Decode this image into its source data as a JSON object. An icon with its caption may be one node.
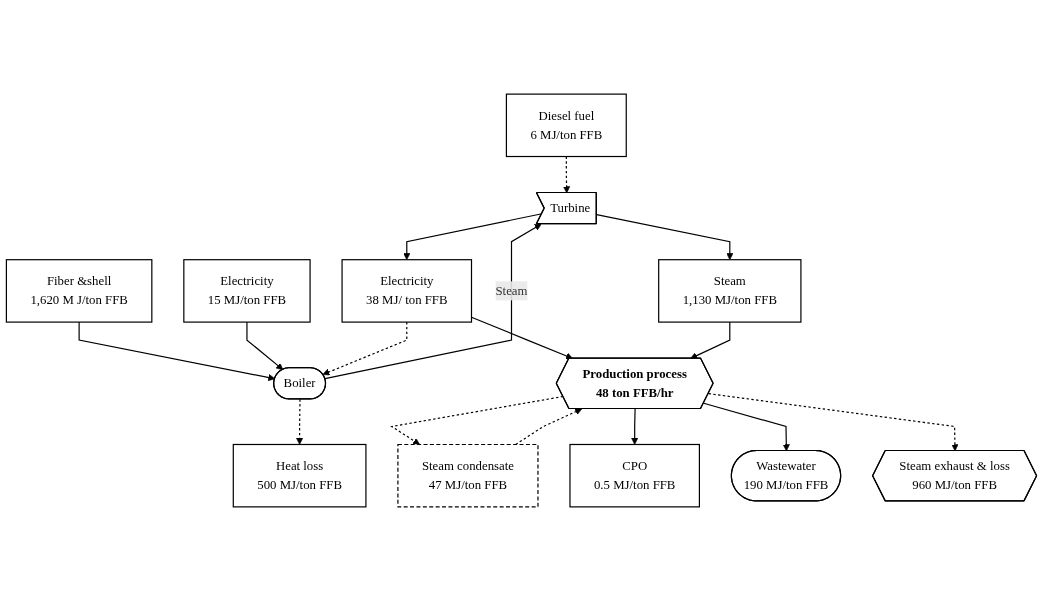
{
  "diagram": {
    "nodes": [
      {
        "text": [
          "Heat loss",
          "500 MJ/ton FFB"
        ]
      },
      {
        "text": [
          "Diesel fuel",
          "6 MJ/ton FFB"
        ]
      },
      {
        "text": [
          "Fiber &shell",
          "1,620 M J/ton FFB"
        ]
      },
      {
        "text": [
          "Boiler"
        ]
      },
      {
        "text": [
          "Turbine"
        ]
      },
      {
        "text": [
          "Electricity",
          "15 MJ/ton FFB"
        ]
      },
      {
        "text": [
          "Electricity",
          "38 MJ/ ton FFB"
        ]
      },
      {
        "text": [
          "Steam",
          "1,130 MJ/ton FFB"
        ]
      },
      {
        "text": [
          "Steam condensate",
          "47 MJ/ton FFB"
        ]
      },
      {
        "text": [
          "Production process",
          "48 ton FFB/hr"
        ]
      },
      {
        "text": [
          "CPO",
          "0.5 MJ/ton FFB"
        ]
      },
      {
        "text": [
          "Wastewater",
          "190 MJ/ton FFB"
        ]
      },
      {
        "text": [
          "Steam exhaust & loss",
          "960 MJ/ton FFB"
        ]
      }
    ],
    "edges": [
      {
        "from": 3,
        "to": 0,
        "arrow": "to",
        "style": "dashed"
      },
      {
        "from": 1,
        "to": 4,
        "arrow": "to",
        "style": "dashed"
      },
      {
        "from": 2,
        "to": 3,
        "arrow": "to"
      },
      {
        "from": 5,
        "to": 3,
        "arrow": "to"
      },
      {
        "from": 3,
        "to": 4,
        "arrow": "to",
        "label": "Steam"
      },
      {
        "from": 4,
        "to": 6,
        "arrow": "to"
      },
      {
        "from": 4,
        "to": 7,
        "arrow": "to"
      },
      {
        "from": 6,
        "to": 3,
        "arrow": "to",
        "style": "dashed"
      },
      {
        "from": 6,
        "to": 9,
        "arrow": "to"
      },
      {
        "from": 7,
        "to": 9,
        "arrow": "to"
      },
      {
        "from": 9,
        "to": 8,
        "arrow": "to",
        "style": "dashed"
      },
      {
        "from": 8,
        "to": 9,
        "arrow": "to",
        "style": "dashed"
      },
      {
        "from": 9,
        "to": 10,
        "arrow": "to"
      },
      {
        "from": 9,
        "to": 11,
        "arrow": "to"
      },
      {
        "from": 9,
        "to": 12,
        "arrow": "to",
        "style": "dashed"
      }
    ]
  }
}
